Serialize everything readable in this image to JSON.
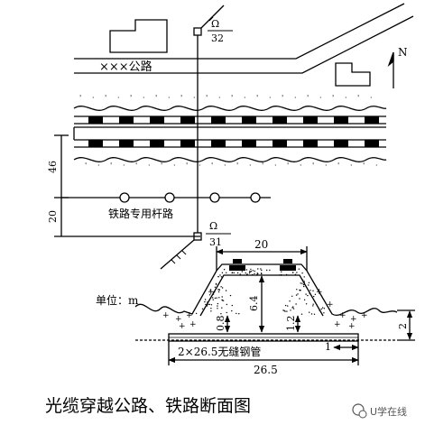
{
  "plan": {
    "road_label": "×××公路",
    "north_label": "N",
    "manhole_top": {
      "symbol": "Ω",
      "number": "32"
    },
    "manhole_bottom": {
      "symbol": "Ω",
      "number": "31"
    },
    "pole_road_label": "铁路专用杆路",
    "dim_46": "46",
    "dim_20_left": "20"
  },
  "section": {
    "unit_label": "单位：m",
    "dim_top_width": "20",
    "dim_height": "6.4",
    "dim_depth_left": "0.8",
    "dim_depth_mid": "1.2",
    "dim_right": "2",
    "dim_1": "1",
    "pipe_label": "2×26.5无缝钢管",
    "dim_total": "26.5"
  },
  "caption": "光缆穿越公路、铁路断面图",
  "watermark": "U学在线",
  "colors": {
    "line": "#000000",
    "background": "#ffffff",
    "watermark": "#555555"
  }
}
